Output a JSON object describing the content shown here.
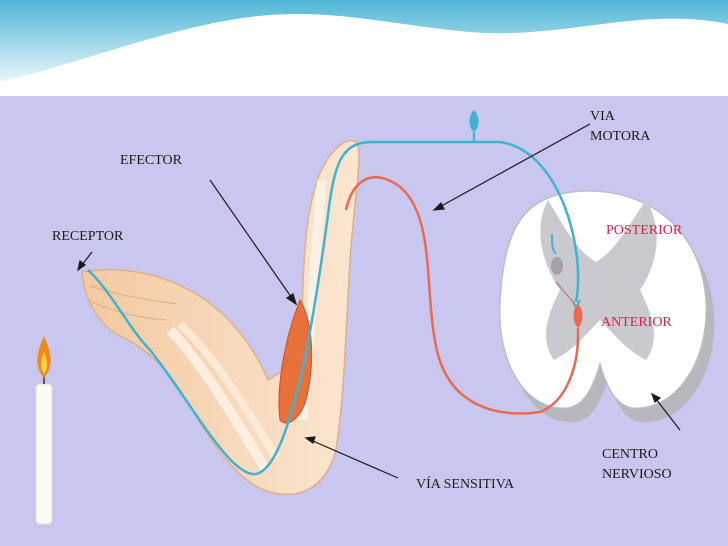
{
  "labels": {
    "efector": "EFECTOR",
    "receptor": "RECEPTOR",
    "via_motora_1": "VIA",
    "via_motora_2": "MOTORA",
    "posterior": "POSTERIOR",
    "anterior": "ANTERIOR",
    "centro_1": "CENTRO",
    "centro_2": "NERVIOSO",
    "via_sensitiva": "VÍA SENSITIVA"
  },
  "colors": {
    "background": "#c9c7f0",
    "motor_path": "#3fb3cf",
    "sensory_path": "#e86a50",
    "skin": "#f6d9b8",
    "muscle": "#e8703a",
    "highlight_label": "#e0204a"
  }
}
